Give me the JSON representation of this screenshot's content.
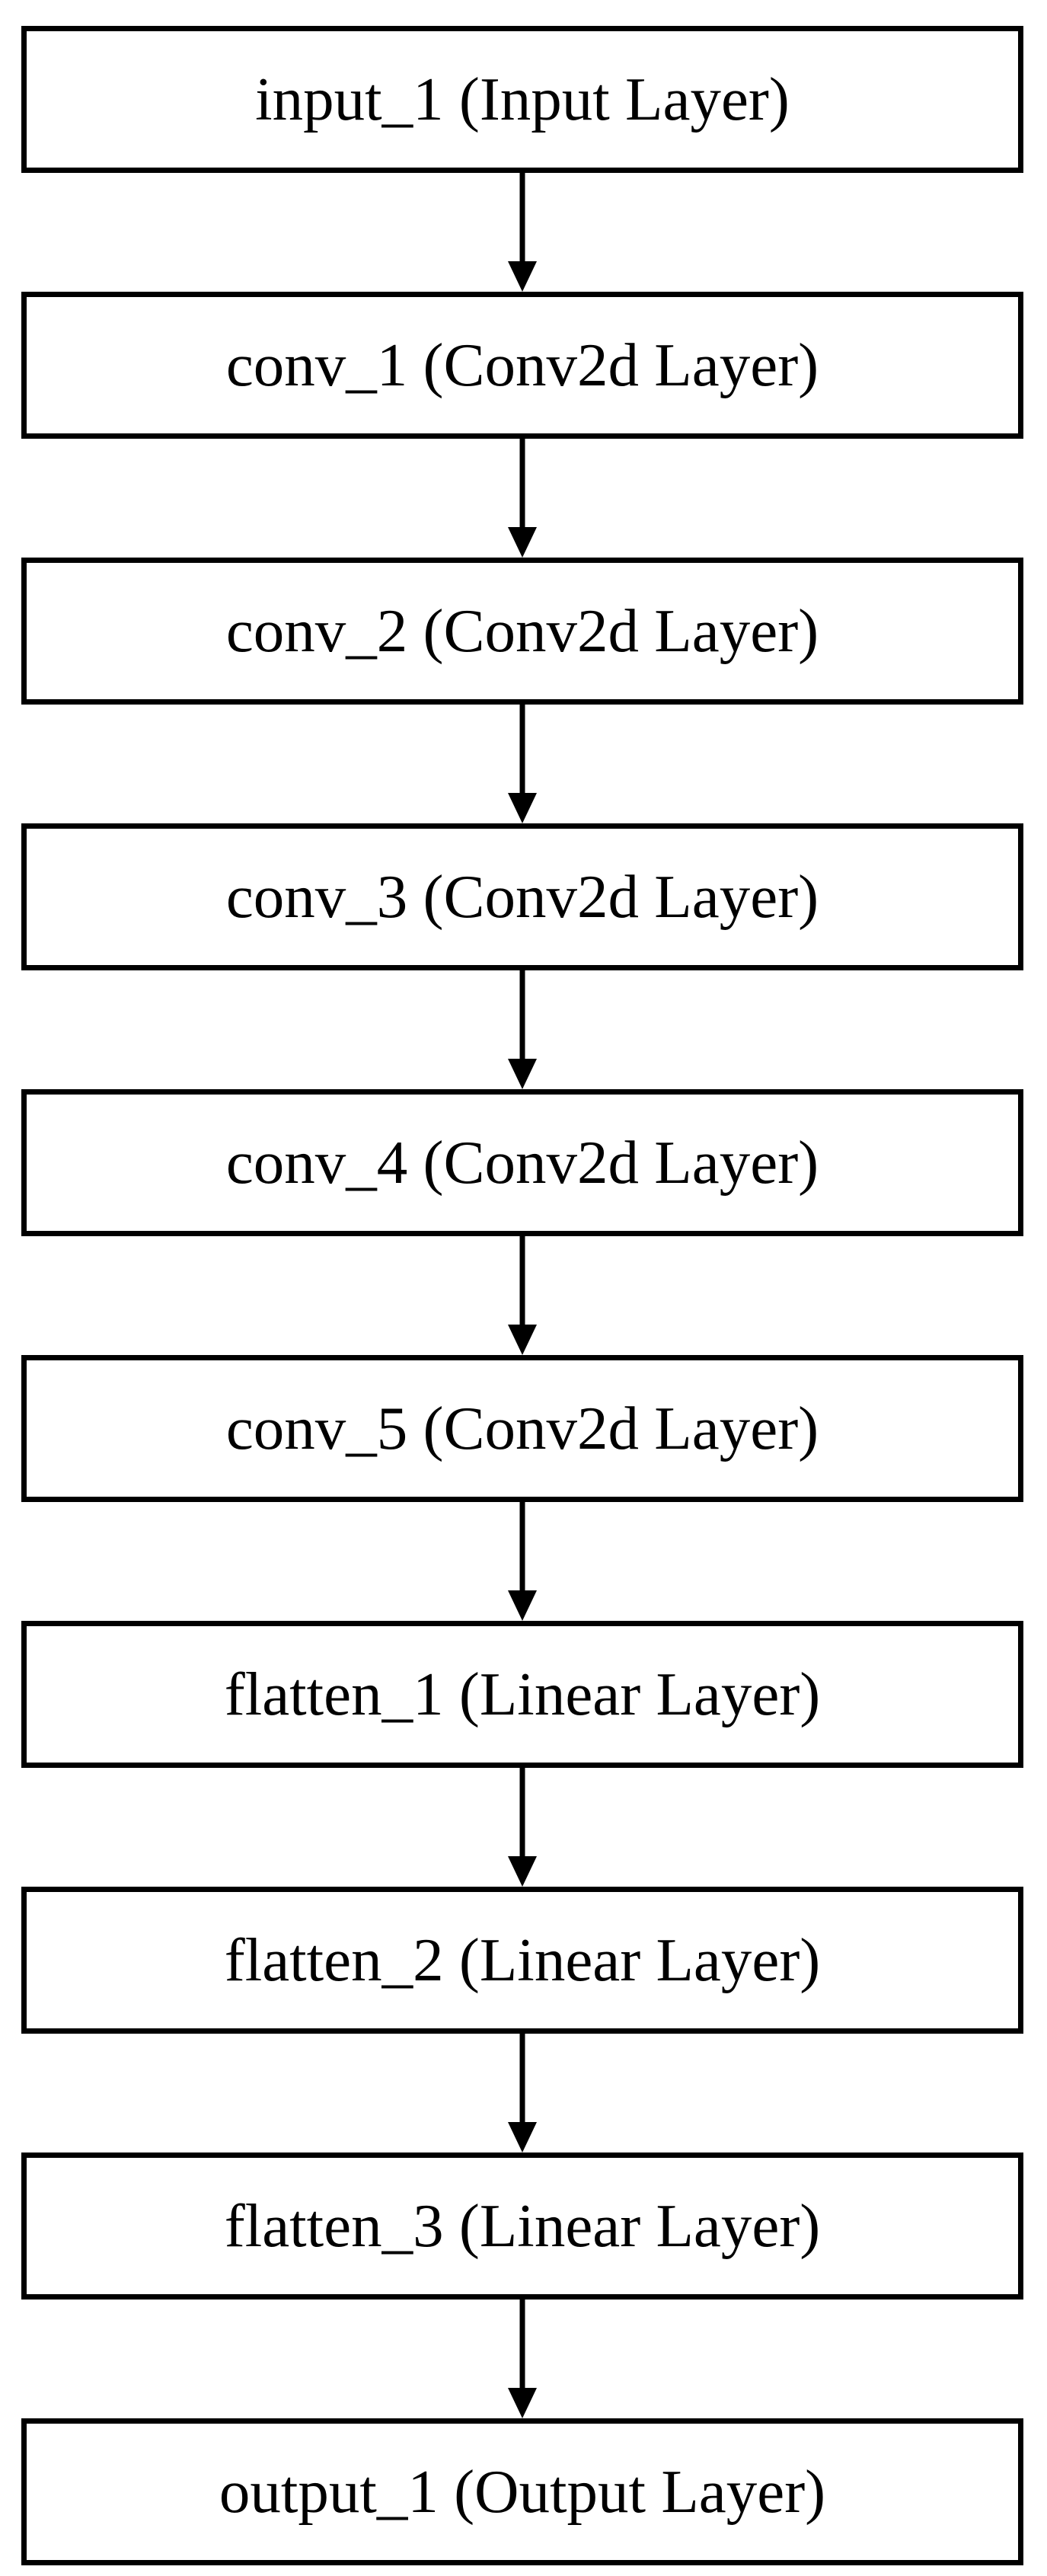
{
  "diagram": {
    "layers": [
      {
        "label": "input_1 (Input Layer)"
      },
      {
        "label": "conv_1 (Conv2d Layer)"
      },
      {
        "label": "conv_2 (Conv2d Layer)"
      },
      {
        "label": "conv_3 (Conv2d Layer)"
      },
      {
        "label": "conv_4 (Conv2d Layer)"
      },
      {
        "label": "conv_5 (Conv2d Layer)"
      },
      {
        "label": "flatten_1 (Linear Layer)"
      },
      {
        "label": "flatten_2 (Linear Layer)"
      },
      {
        "label": "flatten_3 (Linear Layer)"
      },
      {
        "label": "output_1 (Output Layer)"
      }
    ],
    "colors": {
      "stroke": "#000000",
      "fill": "#ffffff",
      "text": "#000000"
    }
  }
}
